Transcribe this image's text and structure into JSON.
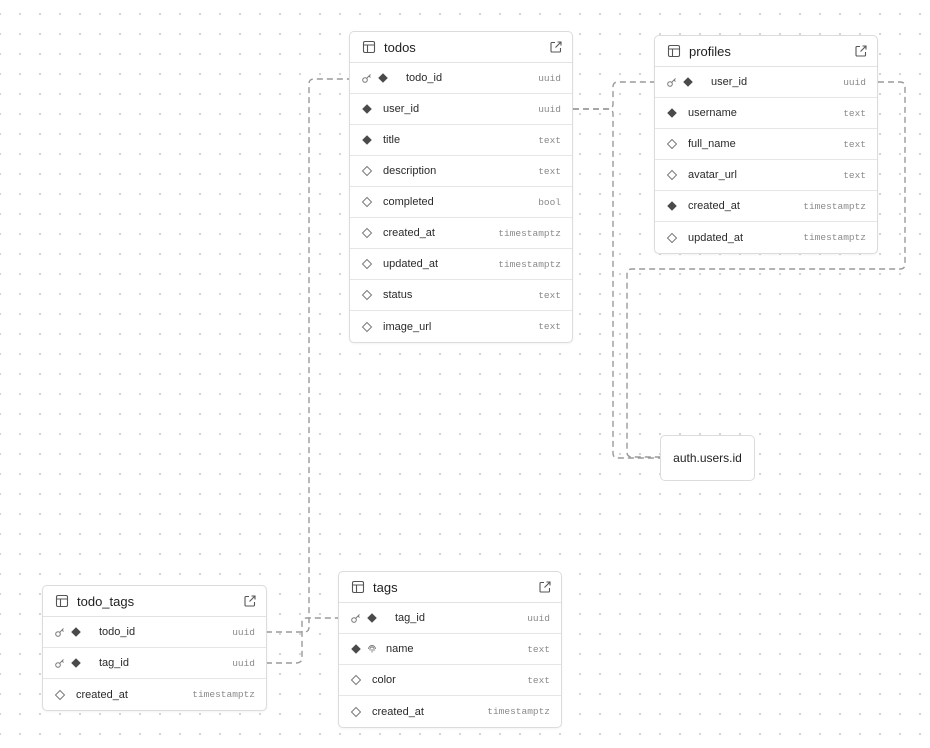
{
  "tables": {
    "todos": {
      "name": "todos",
      "columns": [
        {
          "name": "todo_id",
          "type": "uuid"
        },
        {
          "name": "user_id",
          "type": "uuid"
        },
        {
          "name": "title",
          "type": "text"
        },
        {
          "name": "description",
          "type": "text"
        },
        {
          "name": "completed",
          "type": "bool"
        },
        {
          "name": "created_at",
          "type": "timestamptz"
        },
        {
          "name": "updated_at",
          "type": "timestamptz"
        },
        {
          "name": "status",
          "type": "text"
        },
        {
          "name": "image_url",
          "type": "text"
        }
      ]
    },
    "profiles": {
      "name": "profiles",
      "columns": [
        {
          "name": "user_id",
          "type": "uuid"
        },
        {
          "name": "username",
          "type": "text"
        },
        {
          "name": "full_name",
          "type": "text"
        },
        {
          "name": "avatar_url",
          "type": "text"
        },
        {
          "name": "created_at",
          "type": "timestamptz"
        },
        {
          "name": "updated_at",
          "type": "timestamptz"
        }
      ]
    },
    "todo_tags": {
      "name": "todo_tags",
      "columns": [
        {
          "name": "todo_id",
          "type": "uuid"
        },
        {
          "name": "tag_id",
          "type": "uuid"
        },
        {
          "name": "created_at",
          "type": "timestamptz"
        }
      ]
    },
    "tags": {
      "name": "tags",
      "columns": [
        {
          "name": "tag_id",
          "type": "uuid"
        },
        {
          "name": "name",
          "type": "text"
        },
        {
          "name": "color",
          "type": "text"
        },
        {
          "name": "created_at",
          "type": "timestamptz"
        }
      ]
    }
  },
  "external_reference": "auth.users.id",
  "icons": {
    "table": "table-icon",
    "open": "external-link-icon",
    "primary_key": "key-icon",
    "not_null": "filled-diamond-icon",
    "nullable": "outline-diamond-icon",
    "unique": "fingerprint-icon"
  },
  "colors": {
    "edge": "#9a9a9a",
    "border": "#dcdcdc",
    "dot": "#d4d4d4"
  }
}
